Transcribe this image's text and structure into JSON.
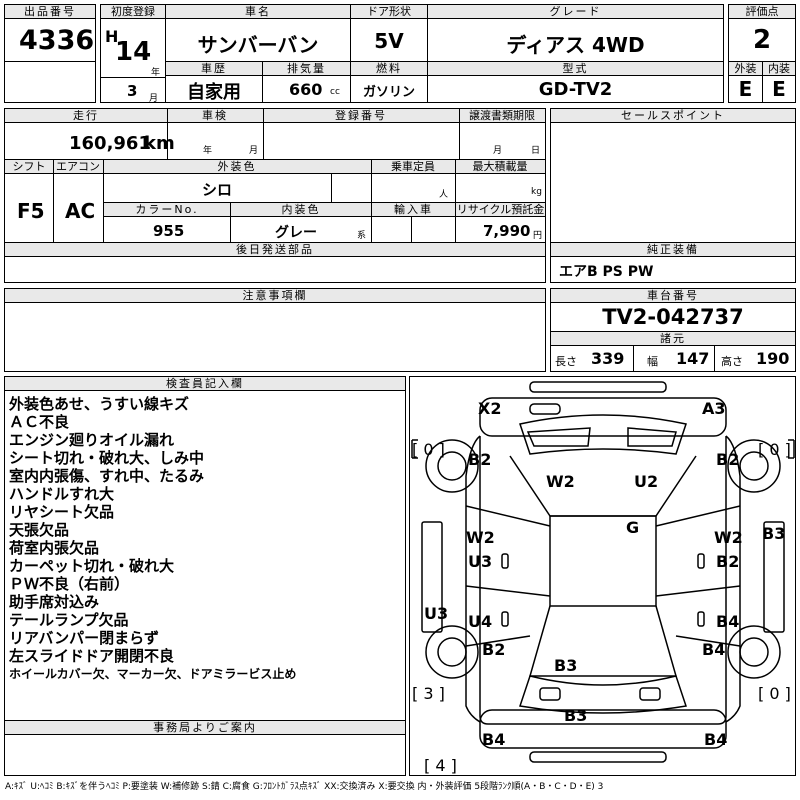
{
  "lot": {
    "label": "出品番号",
    "value": "4336"
  },
  "registration": {
    "label": "初度登録",
    "era": "H",
    "year": "14",
    "year_unit": "年",
    "month": "3",
    "month_unit": "月"
  },
  "car_name": {
    "label": "車名",
    "value": "サンバーバン"
  },
  "door": {
    "label": "ドア形状",
    "value": "5V"
  },
  "grade": {
    "label": "グレード",
    "value": "ディアス 4WD"
  },
  "score": {
    "label": "評価点",
    "value": "2"
  },
  "history": {
    "label": "車歴",
    "value": "自家用"
  },
  "displacement": {
    "label": "排気量",
    "value": "660",
    "unit": "cc"
  },
  "fuel": {
    "label": "燃料",
    "value": "ガソリン"
  },
  "model": {
    "label": "型式",
    "value": "GD-TV2"
  },
  "exterior_grade": {
    "label": "外装",
    "value": "E"
  },
  "interior_grade": {
    "label": "内装",
    "value": "E"
  },
  "mileage": {
    "label": "走行",
    "value": "160,961",
    "unit": "km"
  },
  "inspection": {
    "label": "車検",
    "year_unit": "年",
    "month_unit": "月"
  },
  "reg_number": {
    "label": "登録番号"
  },
  "transfer_date": {
    "label": "譲渡書類期限",
    "month_unit": "月",
    "day_unit": "日"
  },
  "shift": {
    "label": "シフト",
    "value": "F5"
  },
  "aircon": {
    "label": "エアコン",
    "value": "AC"
  },
  "body_color": {
    "label": "外装色",
    "value": "シロ"
  },
  "capacity": {
    "label": "乗車定員",
    "unit": "人"
  },
  "max_load": {
    "label": "最大積載量",
    "unit": "kg"
  },
  "color_no": {
    "label": "カラーNo.",
    "value": "955"
  },
  "interior_color": {
    "label": "内装色",
    "value": "グレー",
    "unit": "系"
  },
  "import": {
    "label": "輸入車"
  },
  "recycle": {
    "label": "リサイクル預託金",
    "value": "7,990",
    "unit": "円"
  },
  "deferred_parts": {
    "label": "後日発送部品"
  },
  "sales_point": {
    "label": "セールスポイント"
  },
  "equipment": {
    "label": "純正装備",
    "value": "エアB PS PW"
  },
  "notes": {
    "label": "注意事項欄"
  },
  "chassis": {
    "label": "車台番号",
    "value": "TV2-042737"
  },
  "specs": {
    "label": "諸元",
    "length_label": "長さ",
    "length": "339",
    "width_label": "幅",
    "width": "147",
    "height_label": "高さ",
    "height": "190"
  },
  "inspector": {
    "label": "検査員記入欄",
    "issues": [
      "外装色あせ、うすい線キズ",
      "ＡＣ不良",
      "エンジン廻りオイル漏れ",
      "シート切れ・破れ大、しみ中",
      "室内内張傷、すれ中、たるみ",
      "ハンドルすれ大",
      "リヤシート欠品",
      "天張欠品",
      "荷室内張欠品",
      "カーペット切れ・破れ大",
      "ＰＷ不良（右前）",
      "助手席対込み",
      "テールランプ欠品",
      "リアバンパー閉まらず",
      "左スライドドア開閉不良",
      "ホイールカバー欠、マーカー欠、ドアミラービス止め"
    ]
  },
  "office": {
    "label": "事務局よりご案内"
  },
  "diagram": {
    "marks": {
      "front_left": "X2",
      "front_right": "A3",
      "tire_fl": "[ 0 ]",
      "tire_fr": "[ 0 ]",
      "tire_rl": "[ 3 ]",
      "tire_rr": "[ 0 ]",
      "spare": "[ 4 ]",
      "fender_fl": "B2",
      "fender_fr": "B2",
      "windshield_l": "W2",
      "windshield_r": "U2",
      "roof": "G",
      "door_fl_1": "W2",
      "door_fl_2": "U3",
      "door_fr_1": "W2",
      "door_fr_2": "B2",
      "side_right": "B3",
      "side_left": "U3",
      "door_rl": "U4",
      "door_rr": "B4",
      "quarter_rl": "B2",
      "quarter_rr": "B4",
      "rear_glass": "B3",
      "rear_bumper": "B3",
      "rear_left": "B4",
      "rear_right": "B4"
    }
  },
  "legend": "A:ｷｽﾞ U:ﾍｺﾐ B:ｷｽﾞを伴うﾍｺﾐ P:要塗装 W:補修跡 S:錆 C:腐食 G:ﾌﾛﾝﾄｶﾞﾗｽ点ｷｽﾞ XX:交換済み X:要交換 内・外装評価 5段階ﾗﾝｸ順(A・B・C・D・E) 3"
}
